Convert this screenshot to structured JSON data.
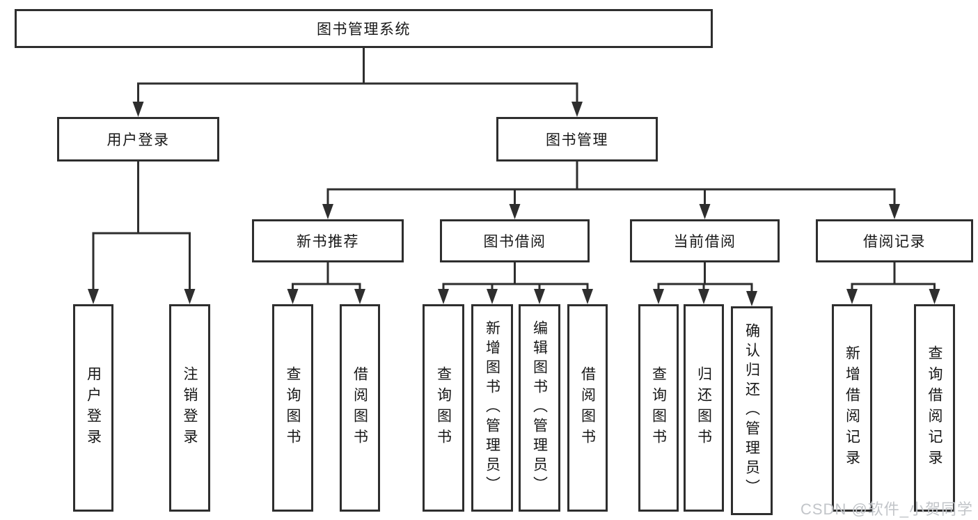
{
  "diagram": {
    "type": "hierarchy-flowchart",
    "root": {
      "label": "图书管理系统",
      "children": [
        {
          "label": "用户登录",
          "children": [
            {
              "label": "用户登录"
            },
            {
              "label": "注销登录"
            }
          ]
        },
        {
          "label": "图书管理",
          "children": [
            {
              "label": "新书推荐",
              "children": [
                {
                  "label": "查询图书"
                },
                {
                  "label": "借阅图书"
                }
              ]
            },
            {
              "label": "图书借阅",
              "children": [
                {
                  "label": "查询图书"
                },
                {
                  "label": "新增图书（管理员）"
                },
                {
                  "label": "编辑图书（管理员）"
                },
                {
                  "label": "借阅图书"
                }
              ]
            },
            {
              "label": "当前借阅",
              "children": [
                {
                  "label": "查询图书"
                },
                {
                  "label": "归还图书"
                },
                {
                  "label": "确认归还（管理员）"
                }
              ]
            },
            {
              "label": "借阅记录",
              "children": [
                {
                  "label": "新增借阅记录"
                },
                {
                  "label": "查询借阅记录"
                }
              ]
            }
          ]
        }
      ]
    }
  },
  "watermark": "CSDN @软件_小贺同学",
  "colors": {
    "line": "#2e2e2e",
    "text": "#171717",
    "watermark": "#c2c5c9",
    "background": "#ffffff"
  }
}
